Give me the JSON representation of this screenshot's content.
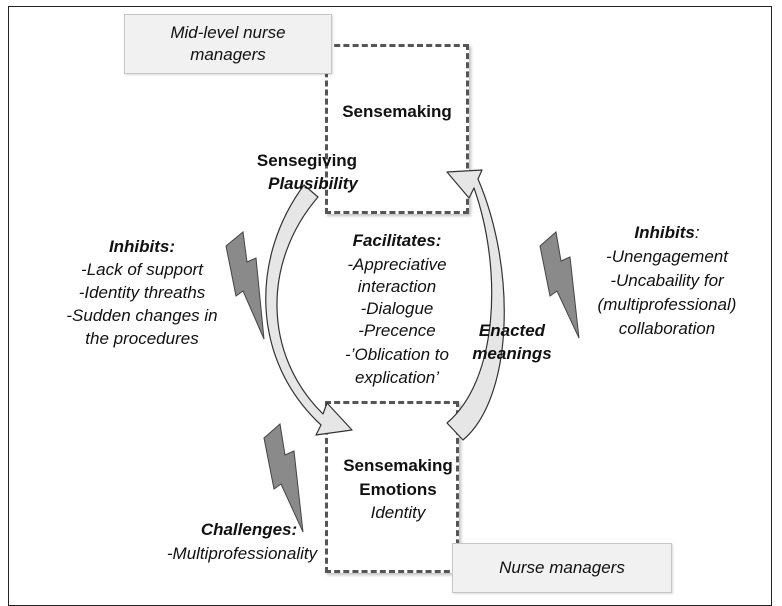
{
  "top_label": "Mid-level nurse managers",
  "bottom_label": "Nurse managers",
  "top_box_title": "Sensemaking",
  "bottom_box": {
    "title_line1": "Sensemaking",
    "title_line2": "Emotions",
    "subtitle": "Identity"
  },
  "sensegiving": {
    "line1": "Sensegiving",
    "line2": "Plausibility"
  },
  "enacted": {
    "line1": "Enacted",
    "line2": "meanings"
  },
  "facilitates": {
    "title": "Facilitates:",
    "items": [
      "-Appreciative",
      "interaction",
      "-Dialogue",
      "-Precence",
      "-’Oblication to",
      "explication’"
    ]
  },
  "inhibits_left": {
    "title": "Inhibits:",
    "items": [
      "-Lack of support",
      "-Identity threaths",
      "-Sudden changes in",
      "the procedures"
    ]
  },
  "inhibits_right": {
    "title": "Inhibits",
    "colon": ":",
    "items": [
      "-Unengagement",
      "-Uncabaility for",
      "(multiprofessional)",
      "collaboration"
    ]
  },
  "challenges": {
    "title": "Challenges:",
    "item": "-Multiprofessionality"
  },
  "colors": {
    "arrow_fill": "#e6e6e6",
    "lightning_fill": "#8a8a8a",
    "box_border": "#555555",
    "label_fill": "#f1f1f1"
  },
  "icons": [
    "lightning-bolt-icon",
    "curved-arrow-icon"
  ]
}
